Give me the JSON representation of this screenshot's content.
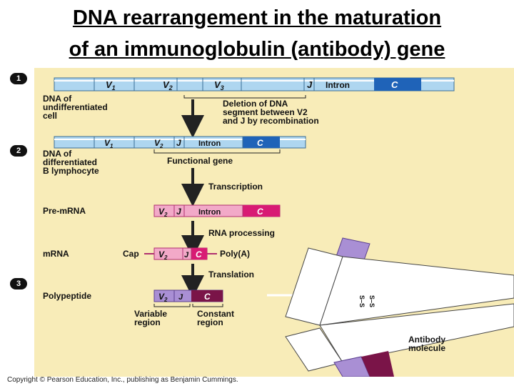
{
  "title": {
    "line1": "DNA rearrangement in the maturation",
    "line2": "of an immunoglobulin (antibody) gene"
  },
  "steps": {
    "s1": "1",
    "s2": "2",
    "s3": "3"
  },
  "segments": {
    "v1": "V",
    "v1_sub": "1",
    "v2": "V",
    "v2_sub": "2",
    "v3": "V",
    "v3_sub": "3",
    "j": "J",
    "intron": "Intron",
    "c": "C"
  },
  "labels": {
    "dna_undiff": [
      "DNA of",
      "undifferentiated",
      "cell"
    ],
    "deletion": [
      "Deletion of DNA",
      "segment between V2",
      "and J by recombination"
    ],
    "dna_diff": [
      "DNA of",
      "differentiated",
      "B lymphocyte"
    ],
    "functional_gene": "Functional gene",
    "transcription": "Transcription",
    "pre_mrna": "Pre-mRNA",
    "rna_processing": "RNA processing",
    "mrna": "mRNA",
    "cap": "Cap",
    "poly_a": "Poly(A)",
    "translation": "Translation",
    "polypeptide": "Polypeptide",
    "variable_region": [
      "Variable",
      "region"
    ],
    "constant_region": [
      "Constant",
      "region"
    ],
    "antibody_molecule": [
      "Antibody",
      "molecule"
    ],
    "disulfide": "S–S"
  },
  "colors": {
    "background": "#f8ecb8",
    "dna_seg": "#aed6f0",
    "dna_c": "#1f63b8",
    "mrna_seg": "#f2a9c8",
    "mrna_c": "#d81b74",
    "protein_seg": "#a98fd4",
    "protein_c": "#7a1448",
    "arrow": "#222222"
  },
  "copyright": "Copyright © Pearson Education, Inc., publishing as Benjamin Cummings."
}
